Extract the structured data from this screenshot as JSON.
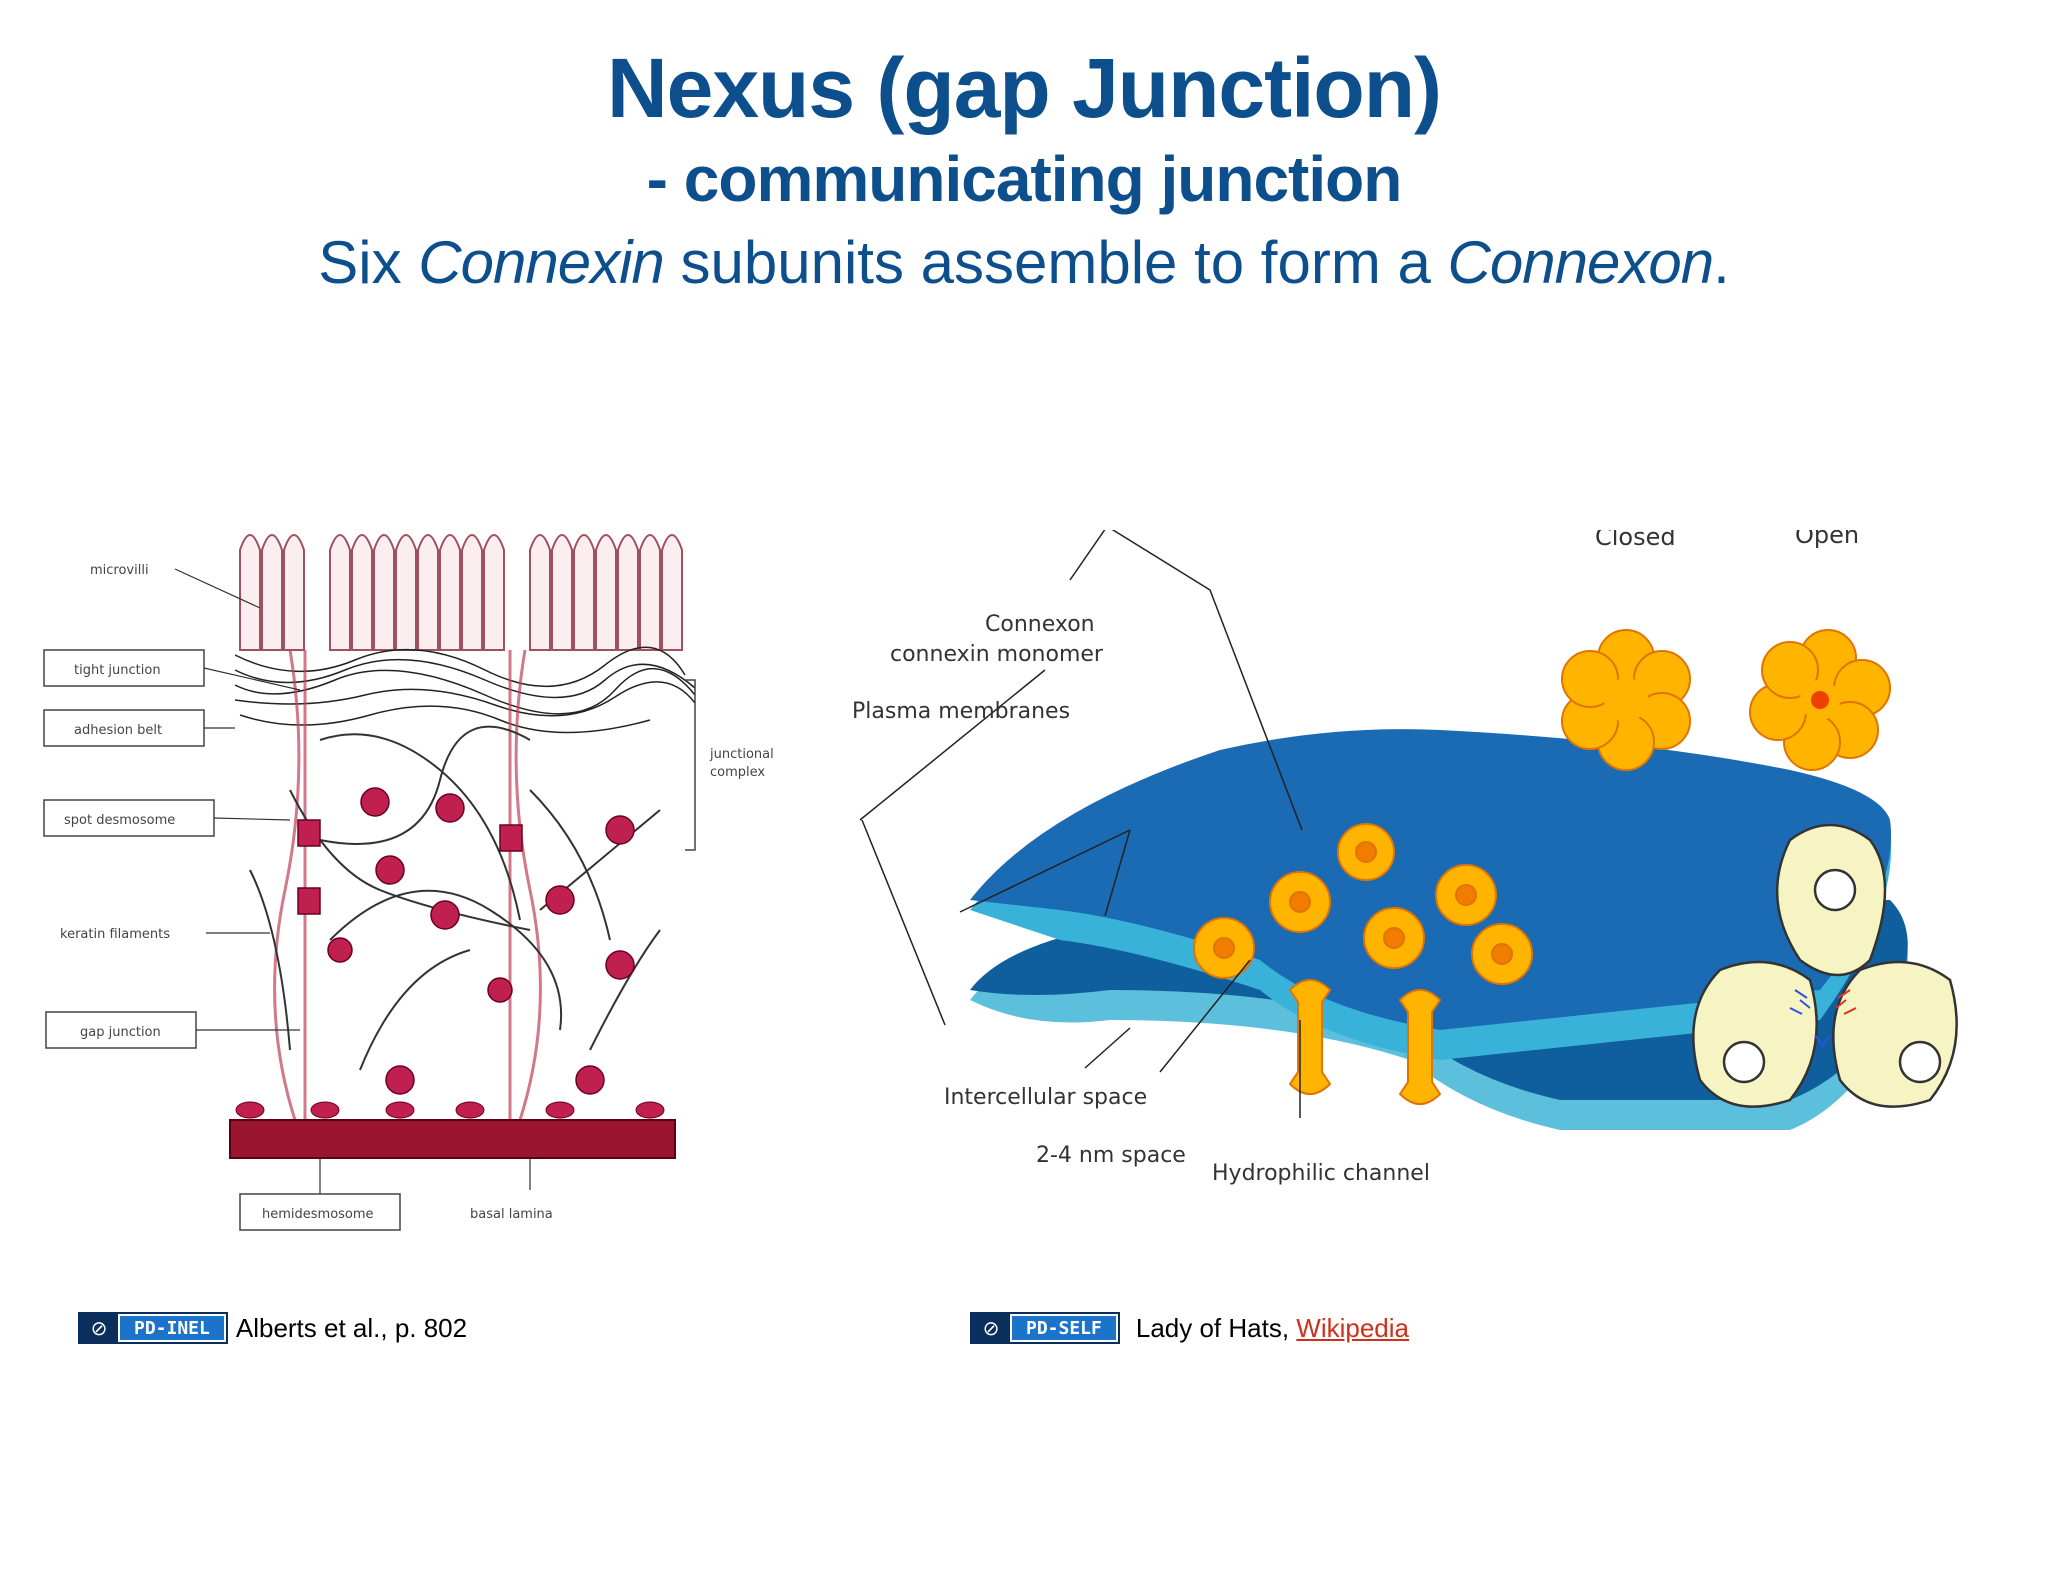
{
  "slide": {
    "title": "Nexus (gap Junction)",
    "subtitle": "- communicating junction",
    "caption": {
      "part1": "Six ",
      "italic1": "Connexin",
      "part2": " subunits assemble to form a ",
      "italic2": "Connexon",
      "part3": "."
    }
  },
  "left_figure": {
    "labels": {
      "microvilli": "microvilli",
      "tight_junction": "tight junction",
      "adhesion_belt": "adhesion belt",
      "spot_desmosome": "spot desmosome",
      "keratin_filaments": "keratin filaments",
      "gap_junction": "gap junction",
      "junctional_complex_1": "junctional",
      "junctional_complex_2": "complex",
      "hemidesmosome": "hemidesmosome",
      "basal_lamina": "basal lamina"
    }
  },
  "right_figure": {
    "labels": {
      "closed": "Closed",
      "open": "Open",
      "connexon": "Connexon",
      "connexin_monomer": "connexin monomer",
      "plasma_membranes": "Plasma membranes",
      "intercellular_space": "Intercellular space",
      "nm_space": "2-4 nm space",
      "hydrophilic_channel": "Hydrophilic channel"
    },
    "colors": {
      "membrane_top": "#1b6db4",
      "membrane_edge": "#3fb0d8",
      "connexon_fill": "#ffb400",
      "connexon_core": "#f07c00"
    }
  },
  "credits": {
    "left": {
      "badge": "PD-INEL",
      "text": "Alberts et al., p. 802"
    },
    "right": {
      "badge": "PD-SELF",
      "text": "Lady of Hats, ",
      "link": "Wikipedia"
    }
  }
}
